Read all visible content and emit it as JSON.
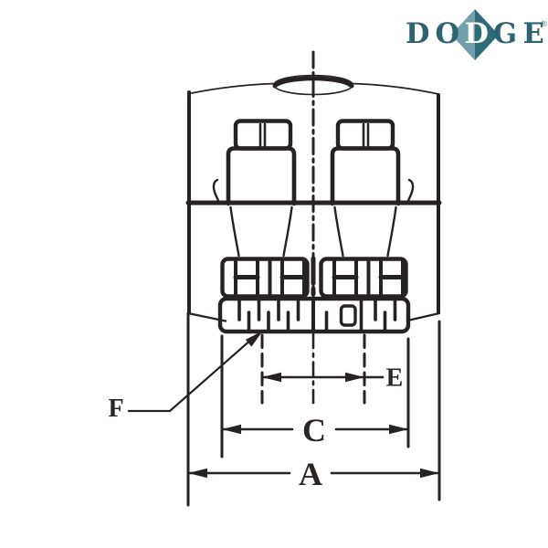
{
  "page": {
    "background": "#ffffff"
  },
  "logo": {
    "brand": "DODGE",
    "letters": [
      "D",
      "O",
      "D",
      "G",
      "E"
    ],
    "registered_mark": "®",
    "colors": {
      "letters": "#2b6372",
      "middle_letter": "#ffffff",
      "diamond_light": "#6fa0ab",
      "diamond_dark": "#2e6b78"
    }
  },
  "diagram": {
    "kind": "dimensional-line-drawing",
    "line_color": "#262122",
    "label_color": "#2a2425",
    "labels": {
      "a": "A",
      "c": "C",
      "e": "E",
      "f": "F"
    }
  }
}
